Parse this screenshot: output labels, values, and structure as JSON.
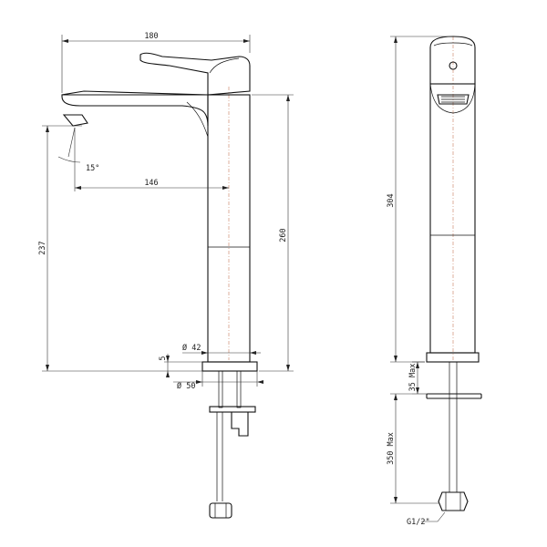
{
  "dimensions": {
    "overall_width": "180",
    "spout_reach": "146",
    "spout_angle": "15°",
    "outlet_height": "237",
    "body_height": "260",
    "overall_height": "304",
    "base_diameter": "Ø 42",
    "flange_diameter": "Ø 50",
    "flange_thickness": "5",
    "max_counter_thickness": "35 Max",
    "hose_length": "350 Max",
    "thread": "G1/2\""
  },
  "colors": {
    "line": "#111111",
    "centerline": "#c97b5a"
  }
}
